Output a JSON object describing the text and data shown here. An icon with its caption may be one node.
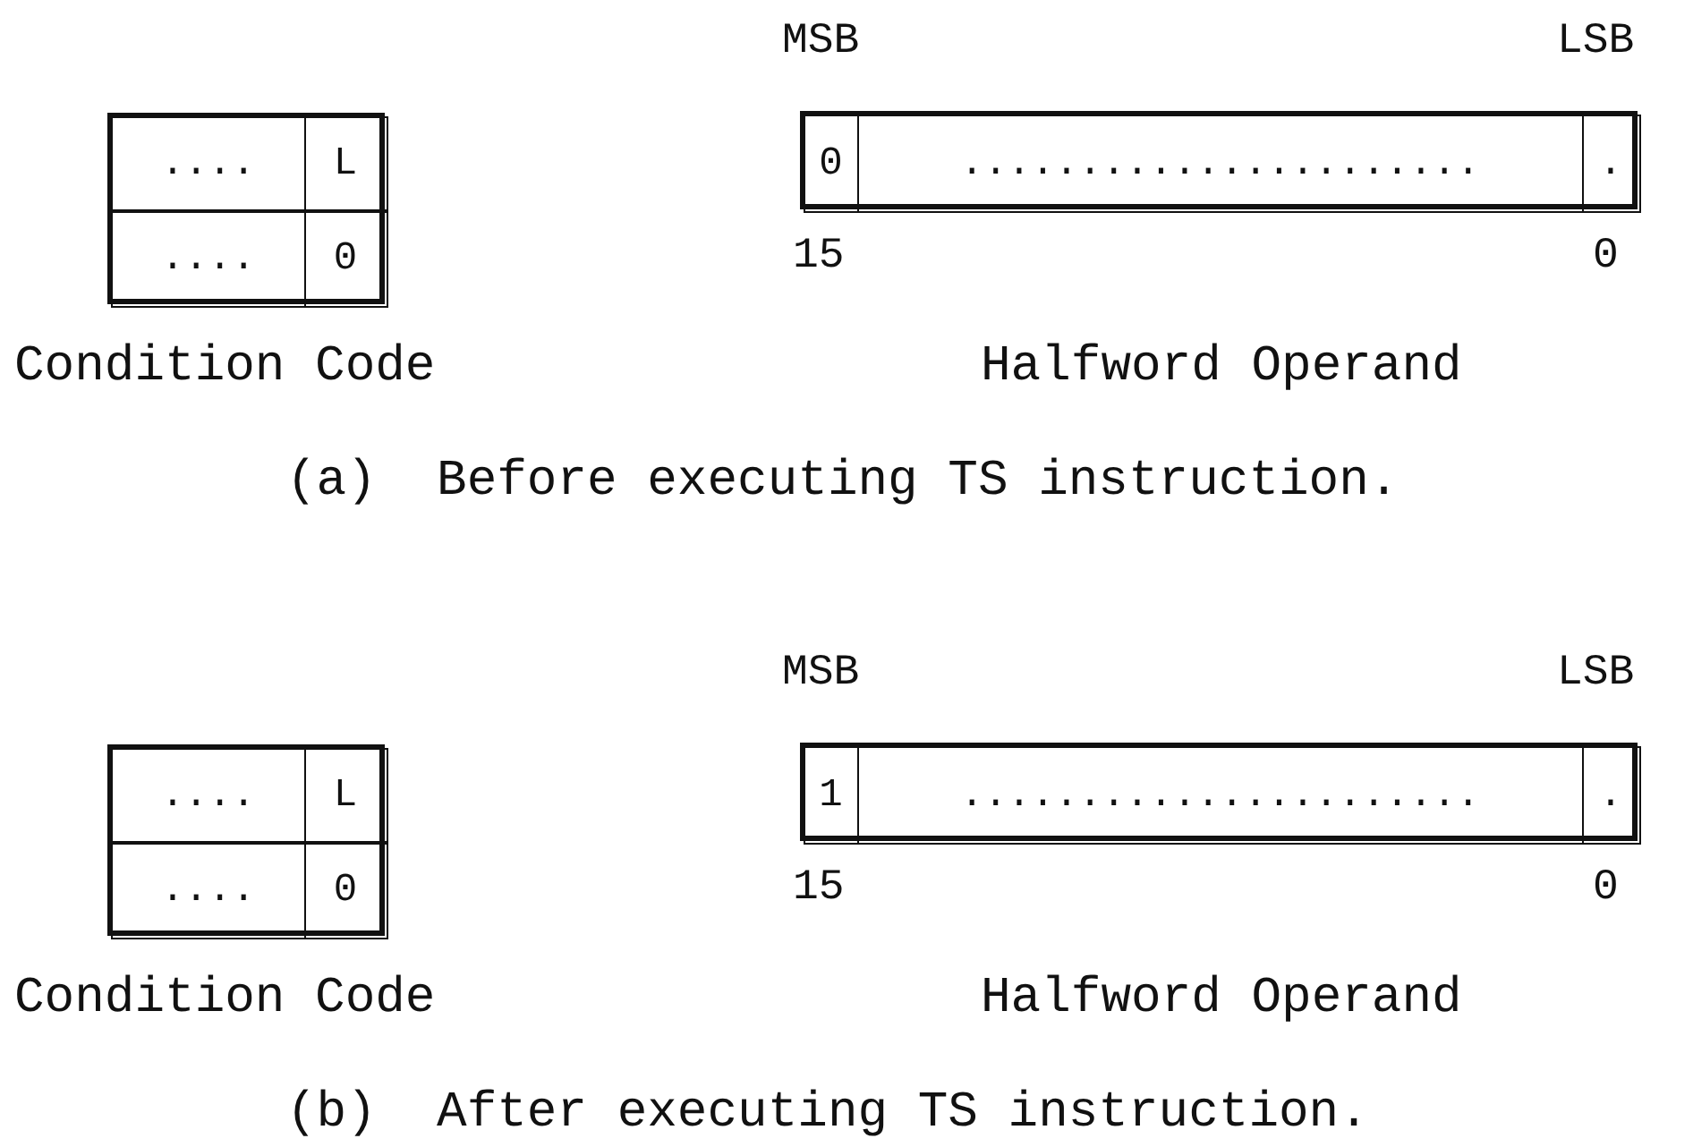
{
  "diagram": {
    "nodes": [
      {
        "text": [],
        "shape": "box",
        "beside": [
          "Condition Code"
        ]
      },
      {
        "text": [
          "...."
        ],
        "in": 0
      },
      {
        "text": [
          "L"
        ],
        "in": 0
      },
      {
        "text": [
          "...."
        ],
        "in": 0
      },
      {
        "text": [
          "0"
        ],
        "in": 0
      },
      {
        "text": [],
        "shape": "box",
        "beside": [
          "Halfword Operand"
        ]
      },
      {
        "text": [
          "0"
        ],
        "in": 5
      },
      {
        "text": [
          "......................"
        ],
        "in": 5
      },
      {
        "text": [
          "."
        ],
        "in": 5
      },
      {
        "text": [],
        "shape": "box",
        "beside": [
          "Condition Code"
        ]
      },
      {
        "text": [
          "...."
        ],
        "in": 9
      },
      {
        "text": [
          "L"
        ],
        "in": 9
      },
      {
        "text": [
          "...."
        ],
        "in": 9
      },
      {
        "text": [
          "0"
        ],
        "in": 9
      },
      {
        "text": [],
        "shape": "box",
        "beside": [
          "Halfword Operand"
        ]
      },
      {
        "text": [
          "1"
        ],
        "in": 14
      },
      {
        "text": [
          "......................"
        ],
        "in": 14
      },
      {
        "text": [
          "."
        ],
        "in": 14
      }
    ],
    "labels": [
      "MSB",
      "LSB",
      "15",
      "0",
      "(a)  Before executing TS instruction.",
      "MSB",
      "LSB",
      "15",
      "0",
      "(b)  After executing TS instruction."
    ]
  }
}
